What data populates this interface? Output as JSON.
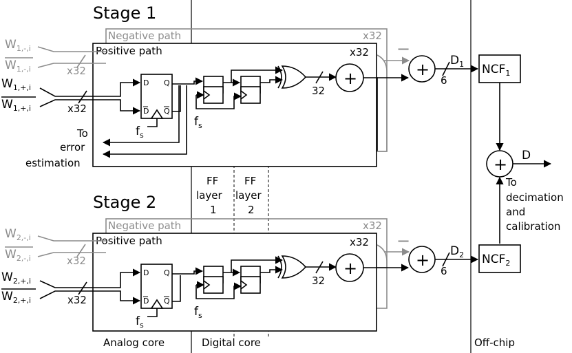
{
  "stages": [
    {
      "title": "Stage 1",
      "negative_path": "Negative path",
      "negative_mult": "x32",
      "positive_path": "Positive path",
      "in_neg_1": "W",
      "in_neg_1_sub": "1,-,i",
      "in_neg_2": "W",
      "in_neg_2_sub": "1,-,i",
      "in_pos_1": "W",
      "in_pos_1_sub": "1,+,i",
      "in_pos_2": "W",
      "in_pos_2_sub": "1,+,i",
      "bus_neg": "x32",
      "bus_pos": "x32",
      "clock": "f",
      "clock_sub": "s",
      "ff_clock": "f",
      "ff_clock_sub": "s",
      "latch_d": "D",
      "latch_q": "Q",
      "latch_dbar": "D",
      "latch_qbar": "Q",
      "xor_mult": "x32",
      "bus_width": "32",
      "minus": "−",
      "out_width": "6",
      "out": "D",
      "out_sub": "1",
      "ncf": "NCF",
      "ncf_sub": "1",
      "to_error": [
        "To",
        "error",
        "estimation"
      ]
    },
    {
      "title": "Stage 2",
      "negative_path": "Negative path",
      "negative_mult": "x32",
      "positive_path": "Positive path",
      "in_neg_1": "W",
      "in_neg_1_sub": "2,-,i",
      "in_neg_2": "W",
      "in_neg_2_sub": "2,-,i",
      "in_pos_1": "W",
      "in_pos_1_sub": "2,+,i",
      "in_pos_2": "W",
      "in_pos_2_sub": "2,+,i",
      "bus_neg": "x32",
      "bus_pos": "x32",
      "clock": "f",
      "clock_sub": "s",
      "ff_clock": "f",
      "ff_clock_sub": "s",
      "latch_d": "D",
      "latch_q": "Q",
      "latch_dbar": "D",
      "latch_qbar": "Q",
      "xor_mult": "x32",
      "bus_width": "32",
      "minus": "−",
      "out_width": "6",
      "out": "D",
      "out_sub": "2",
      "ncf": "NCF",
      "ncf_sub": "2"
    }
  ],
  "ff_layers": [
    {
      "line1": "FF",
      "line2": "layer",
      "line3": "1"
    },
    {
      "line1": "FF",
      "line2": "layer",
      "line3": "2"
    }
  ],
  "final_out": "D",
  "to_decimation": [
    "To",
    "decimation",
    "and",
    "calibration"
  ],
  "sections": {
    "analog": "Analog core",
    "digital": "Digital core",
    "offchip": "Off-chip"
  }
}
